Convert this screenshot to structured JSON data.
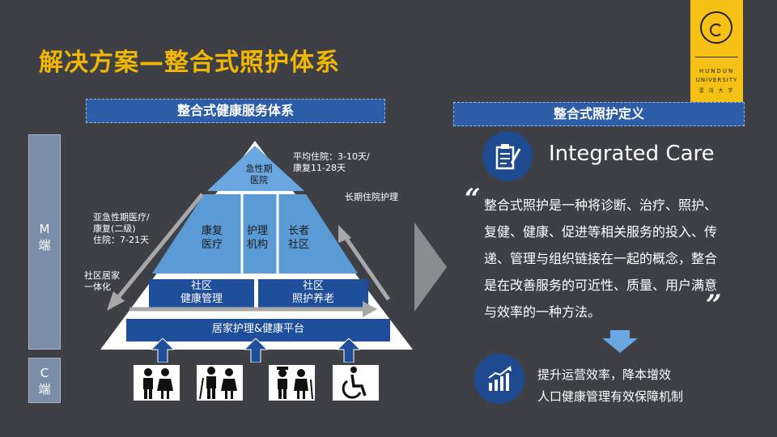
{
  "title": "解决方案—整合式照护体系",
  "logo": {
    "line1": "HUNDUN",
    "line2": "UNIVERSITY",
    "line3": "混 沌 大 学"
  },
  "left_banner": "整合式健康服务体系",
  "right_banner": "整合式照护定义",
  "side_m": {
    "line1": "M",
    "line2": "端"
  },
  "side_c": {
    "line1": "C",
    "line2": "端"
  },
  "pyramid": {
    "top": {
      "line1": "急性期",
      "line2": "医院"
    },
    "mid": [
      {
        "line1": "康复",
        "line2": "医疗"
      },
      {
        "line1": "护理",
        "line2": "机构"
      },
      {
        "line1": "长者",
        "line2": "社区"
      }
    ],
    "low_left": {
      "line1": "社区",
      "line2": "健康管理"
    },
    "low_right": {
      "line1": "社区",
      "line2": "照护养老"
    },
    "base": "居家护理&健康平台"
  },
  "labels": {
    "top_right": {
      "line1": "平均住院：3-10天/",
      "line2": "康复11-28天"
    },
    "long_term": "长期住院护理",
    "sub_acute": {
      "line1": "亚急性期医疗/",
      "line2": "康复(二级)",
      "line3": "住院：7-21天"
    },
    "community": {
      "line1": "社区居家",
      "line2": "一体化"
    }
  },
  "people_icons": [
    "family-icon",
    "elderly-couple-icon",
    "seniors-icon",
    "wheelchair-icon"
  ],
  "integrated_care_title": "Integrated Care",
  "definition": "整合式照护是一种将诊断、治疗、照护、复健、健康、促进等相关服务的投入、传递、管理与组织链接在一起的概念，整合是在改善服务的可近性、质量、用户满意与效率的一种方法。",
  "quote_open": "“",
  "quote_close": "”",
  "benefits": {
    "line1": "提升运营效率，降本增效",
    "line2": "人口健康管理有效保障机制"
  },
  "colors": {
    "title": "#f2b705",
    "banner": "#2e5da8",
    "pyramid_light": "#5b9bd5",
    "pyramid_dark": "#1f4e9a",
    "background": "#3e4045"
  }
}
